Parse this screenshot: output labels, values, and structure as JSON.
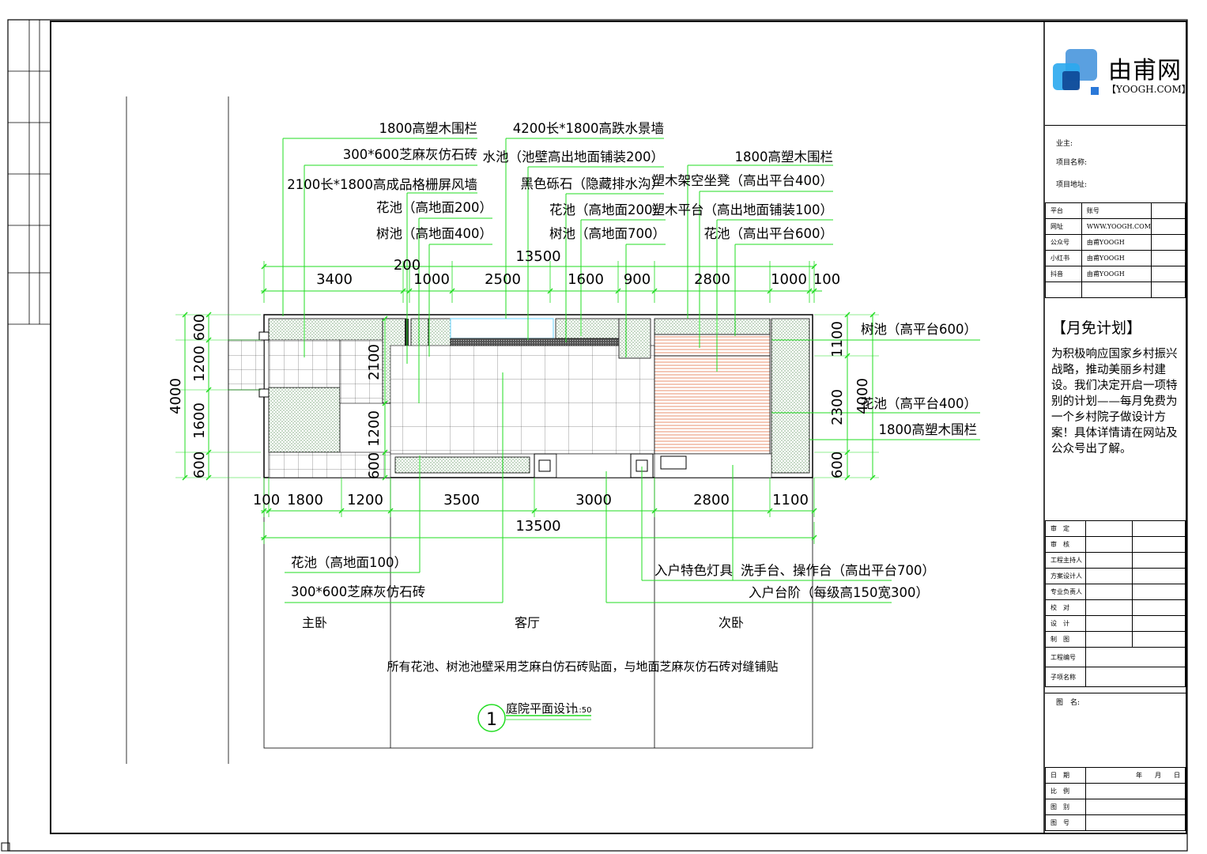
{
  "drawing": {
    "top_labels": [
      "1800高塑木围栏",
      "300*600芝麻灰仿石砖",
      "2100长*1800高成品格栅屏风墙",
      "花池（高地面200）",
      "树池（高地面400）",
      "4200长*1800高跌水景墙",
      "水池（池壁高出地面铺装200）",
      "黑色砾石（隐藏排水沟）",
      "花池（高地面200）",
      "树池（高地面700）",
      "1800高塑木围栏",
      "塑木架空坐凳（高出平台400）",
      "塑木平台（高出地面铺装100）",
      "花池（高出平台600）"
    ],
    "right_labels": [
      "树池（高平台600）",
      "花池（高平台400）",
      "1800高塑木围栏"
    ],
    "bottom_labels": [
      "花池（高地面100）",
      "300*600芝麻灰仿石砖",
      "入户特色灯具",
      "洗手台、操作台（高出平台700）",
      "入户台阶（每级高150宽300）"
    ],
    "top_dims": {
      "total": "13500",
      "small": "200",
      "segments": [
        "3400",
        "1000",
        "2500",
        "1600",
        "900",
        "2800",
        "1000",
        "100"
      ]
    },
    "bottom_dims": {
      "total": "13500",
      "segments": [
        "100",
        "1800",
        "1200",
        "3500",
        "3000",
        "2800",
        "1100"
      ]
    },
    "left_dims": {
      "total": "4000",
      "segments": [
        "600",
        "1200",
        "1600",
        "600"
      ]
    },
    "inner_left_dims": [
      "2100",
      "1200",
      "600"
    ],
    "right_dims": {
      "total": "4000",
      "segments": [
        "1100",
        "2300",
        "600"
      ]
    },
    "rooms": [
      "主卧",
      "客厅",
      "次卧"
    ],
    "note": "所有花池、树池池壁采用芝麻白仿石砖贴面，与地面芝麻灰仿石砖对缝铺贴",
    "drawing_title": "庭院平面设计",
    "drawing_scale": "1:50",
    "drawing_number": "1"
  },
  "panel": {
    "logo": {
      "name": "由甫网",
      "domain": "【YOOGH.COM】"
    },
    "info": [
      "业主:",
      "项目名称:",
      "项目地址:"
    ],
    "contact_table": [
      [
        "平台",
        "账号"
      ],
      [
        "网址",
        "WWW.YOOGH.COM"
      ],
      [
        "公众号",
        "由甫YOOGH"
      ],
      [
        "小红书",
        "由甫YOOGH"
      ],
      [
        "抖音",
        "由甫YOOGH"
      ],
      [
        "",
        ""
      ]
    ],
    "plan_title": "【月免计划】",
    "plan_body": "为积极响应国家乡村振兴战略，推动美丽乡村建设。我们决定开启一项特别的计划——每月免费为一个乡村院子做设计方案！具体详情请在网站及公众号出了解。",
    "sign_table": [
      "审　定",
      "审　核",
      "工程主持人",
      "方案设计人",
      "专业负责人",
      "校　对",
      "设　计",
      "制　图",
      "工程编号",
      "子项名称"
    ],
    "drawing_name": "图　名:",
    "footer_table": [
      [
        "日　期",
        "年　　月　　日"
      ],
      [
        "比　例",
        ""
      ],
      [
        "图　别",
        ""
      ],
      [
        "图　号",
        ""
      ]
    ]
  },
  "colors": {
    "dim_line": "#22dd22",
    "leader": "#22dd22",
    "frame": "#000000",
    "deck": "#e06030",
    "water": "#80d8ff",
    "planter": "#c8e8c8"
  }
}
